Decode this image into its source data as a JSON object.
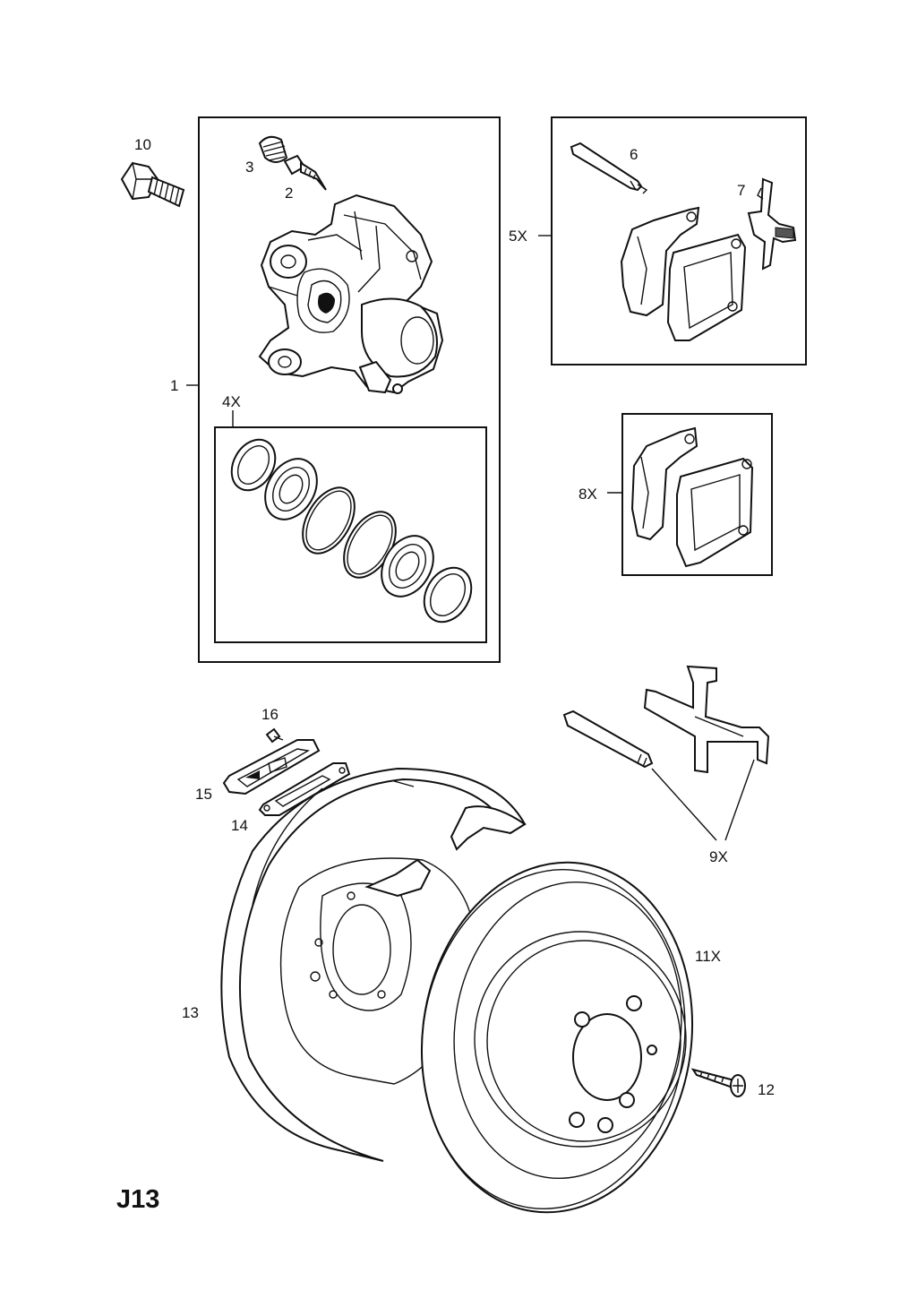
{
  "labels": {
    "l1": "1",
    "l2": "2",
    "l3": "3",
    "l4x": "4X",
    "l5x": "5X",
    "l6": "6",
    "l7": "7",
    "l8x": "8X",
    "l9x": "9X",
    "l10": "10",
    "l11x": "11X",
    "l12": "12",
    "l13": "13",
    "l14": "14",
    "l15": "15",
    "l16": "16"
  },
  "page_code": "J13",
  "icons": {
    "caliper": "brake-caliper-icon",
    "bolt": "bolt-icon",
    "bleed_screw": "bleed-screw-icon",
    "cap": "dust-cap-icon",
    "seal_kit": "seal-ring-icon",
    "pads": "brake-pad-icon",
    "pin": "guide-pin-icon",
    "spring": "retaining-spring-icon",
    "disc": "brake-disc-icon",
    "backing_plate": "backing-plate-icon",
    "screw": "screw-icon",
    "plate": "cover-plate-icon",
    "gasket": "gasket-icon"
  }
}
